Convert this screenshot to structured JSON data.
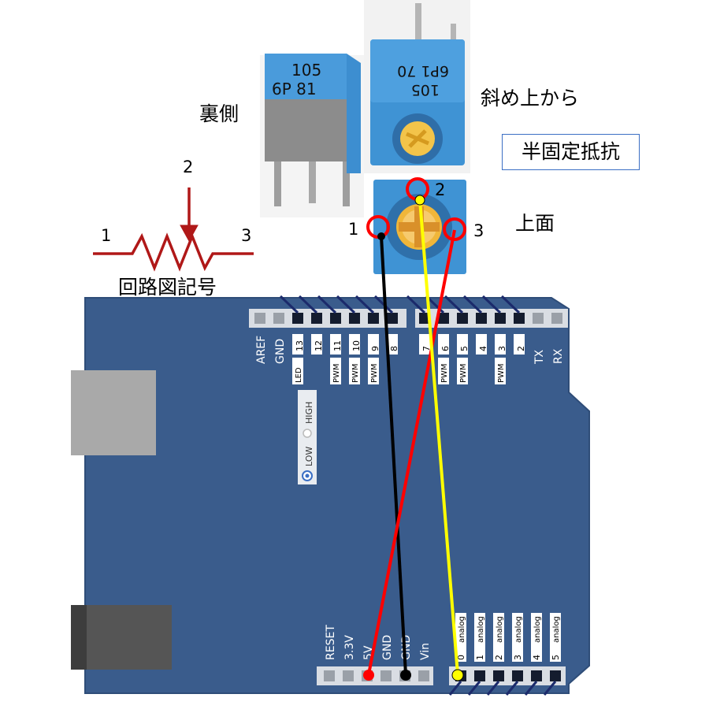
{
  "title_box": "半固定抵抗",
  "view_labels": {
    "back": "裏側",
    "diagonal": "斜め上から",
    "top": "上面"
  },
  "schematic": {
    "caption": "回路図記号",
    "pin1": "1",
    "pin2": "2",
    "pin3": "3"
  },
  "photo_back": {
    "line1": "105",
    "line2": "6P 81"
  },
  "photo_diagonal": {
    "line1": "6P1 70",
    "line2": "105"
  },
  "top_pins": {
    "pin1": "1",
    "pin2": "2",
    "pin3": "3"
  },
  "board": {
    "top_header_left_pins": [
      "AREF",
      "GND",
      "13",
      "12",
      "11",
      "10",
      "9",
      "8"
    ],
    "top_header_right_pins": [
      "7",
      "6",
      "5",
      "4",
      "3",
      "2",
      "TX",
      "RX"
    ],
    "pin_sub_labels": {
      "13": "LED",
      "11": "PWM",
      "10": "PWM",
      "9": "PWM",
      "6": "PWM",
      "5": "PWM",
      "3": "PWM"
    },
    "switch_low": "LOW",
    "switch_high": "HIGH",
    "power_pins": [
      "RESET",
      "3.3V",
      "5V",
      "GND",
      "GND",
      "Vin"
    ],
    "analog_pins": [
      "0",
      "1",
      "2",
      "3",
      "4",
      "5"
    ],
    "analog_label": "analog"
  },
  "wires": [
    {
      "name": "black-wire",
      "color": "#000000",
      "from": "pin 1",
      "to": "GND"
    },
    {
      "name": "yellow-wire",
      "color": "#ffff00",
      "from": "pin 2",
      "to": "analog 0"
    },
    {
      "name": "red-wire",
      "color": "#ff0000",
      "from": "pin 3",
      "to": "5V"
    }
  ],
  "colors": {
    "board": "#3a5c8c",
    "board_edge": "#2f4d78",
    "symbol": "#b01818",
    "pin_ring": "#ff0000",
    "title_border": "#3b6fc4"
  }
}
